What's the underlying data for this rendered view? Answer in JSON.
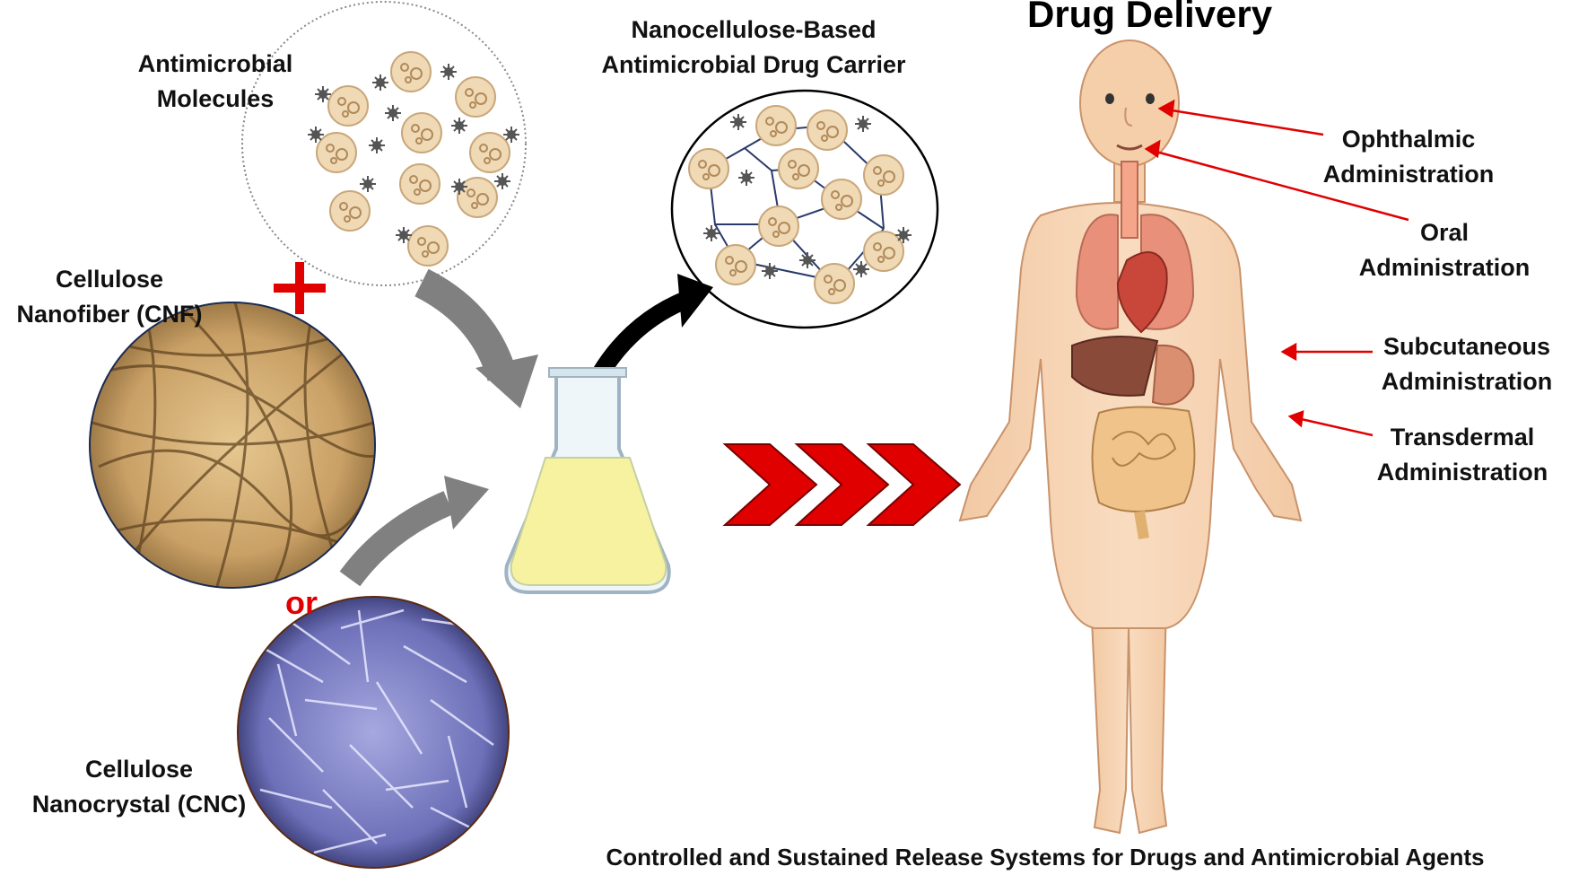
{
  "title": "Drug Delivery",
  "footer": "Controlled and Sustained Release Systems for Drugs and Antimicrobial Agents",
  "labels": {
    "antimicrobial_line1": "Antimicrobial",
    "antimicrobial_line2": "Molecules",
    "carrier_line1": "Nanocellulose-Based",
    "carrier_line2": "Antimicrobial Drug Carrier",
    "cnf_line1": "Cellulose",
    "cnf_line2": "Nanofiber (CNF)",
    "cnc_line1": "Cellulose",
    "cnc_line2": "Nanocrystal (CNC)",
    "or": "or"
  },
  "routes": [
    {
      "line1": "Ophthalmic",
      "line2": "Administration"
    },
    {
      "line1": "Oral",
      "line2": "Administration"
    },
    {
      "line1": "Subcutaneous",
      "line2": "Administration"
    },
    {
      "line1": "Transdermal",
      "line2": "Administration"
    }
  ],
  "colors": {
    "accent_red": "#e00000",
    "skin": "#f7d3b2",
    "flask_liquid": "#f6f2a0",
    "cnf_tint": "#c9a66b",
    "cnc_tint": "#7d80c8"
  }
}
